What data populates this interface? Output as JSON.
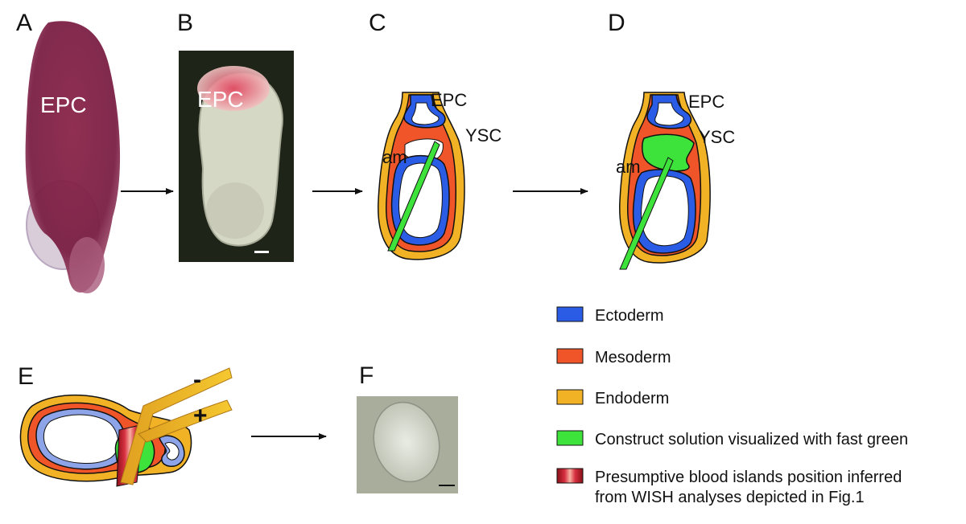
{
  "panels": {
    "a": {
      "letter": "A",
      "label": "EPC"
    },
    "b": {
      "letter": "B",
      "label": "EPC"
    },
    "c": {
      "letter": "C",
      "epc": "EPC",
      "ysc": "YSC",
      "am": "am"
    },
    "d": {
      "letter": "D",
      "epc": "EPC",
      "ysc": "YSC",
      "am": "am"
    },
    "e": {
      "letter": "E",
      "minus": "-",
      "plus": "+"
    },
    "f": {
      "letter": "F"
    }
  },
  "legend": [
    {
      "label": "Ectoderm",
      "color": "#2b5ce6"
    },
    {
      "label": "Mesoderm",
      "color": "#f0552a"
    },
    {
      "label": "Endoderm",
      "color": "#f2b226"
    },
    {
      "label": "Construct solution visualized with fast green",
      "color": "#3de23a"
    },
    {
      "label": "Presumptive blood islands position inferred",
      "label2": "from WISH analyses depicted in Fig.1",
      "color": "#c8202a"
    }
  ],
  "colors": {
    "ectoderm": "#2b5ce6",
    "mesoderm": "#f0552a",
    "endoderm": "#f2b226",
    "fast_green": "#3de23a",
    "blood": "#c8202a"
  }
}
